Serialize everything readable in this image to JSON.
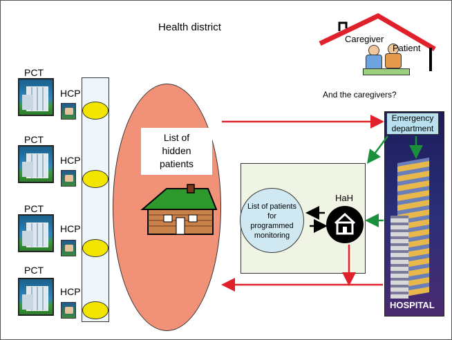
{
  "title": "Health district",
  "caregiver_label": "Caregiver",
  "patient_label": "Patient",
  "question": "And the caregivers?",
  "pct_label": "PCT",
  "hcp_label": "HCP",
  "hidden_patients": [
    "List of",
    "hidden",
    "patients"
  ],
  "emergency": [
    "Emergency",
    "department"
  ],
  "hah_label": "HaH",
  "monitoring": [
    "List of patients",
    "for",
    "programmed",
    "monitoring"
  ],
  "hospital_label": "HOSPITAL",
  "colors": {
    "red_arrow": "#e0202a",
    "green_arrow": "#1a8f3c",
    "oval": "#f09178",
    "yellow": "#f2e600",
    "roof": "#e0202a"
  },
  "icons": [
    "pct-building-icon",
    "hcp-icon",
    "log-house-icon",
    "home-icon",
    "hospital-building-icon",
    "caregiver-patient-icon"
  ]
}
